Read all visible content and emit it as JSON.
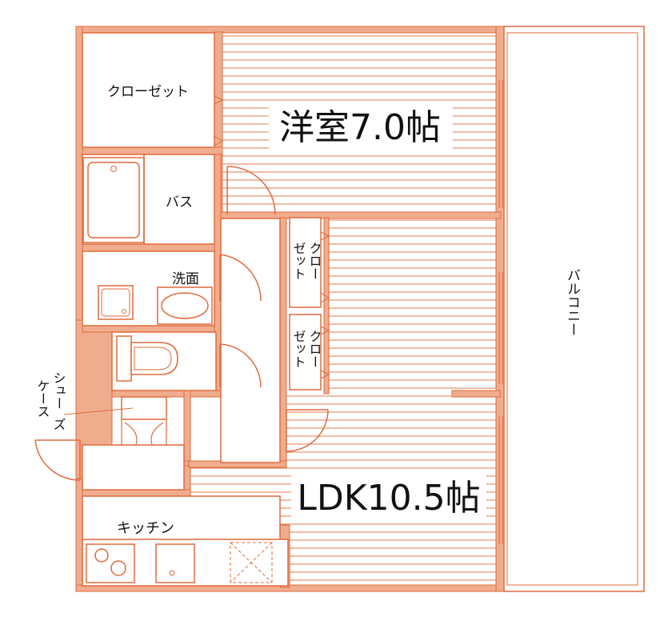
{
  "floorplan": {
    "colors": {
      "wall": "#f0ad8e",
      "line": "#e06a3c",
      "floor_stripe": "#e07a50",
      "text": "#111111",
      "background": "#ffffff"
    },
    "rooms": {
      "bedroom": "洋室7.0帖",
      "ldk": "LDK10.5帖",
      "closet": "クローゼット",
      "bath": "バス",
      "washroom": "洗面",
      "closet_small_a_line1": "クロー",
      "closet_small_a_line2": "ゼット",
      "closet_small_b_line1": "クロー",
      "closet_small_b_line2": "ゼット",
      "shoe_case_line1": "シュー",
      "shoe_case_line2": "ズ",
      "shoe_case_line3": "ケース",
      "balcony": "バルコニー",
      "kitchen": "キッチン"
    }
  }
}
